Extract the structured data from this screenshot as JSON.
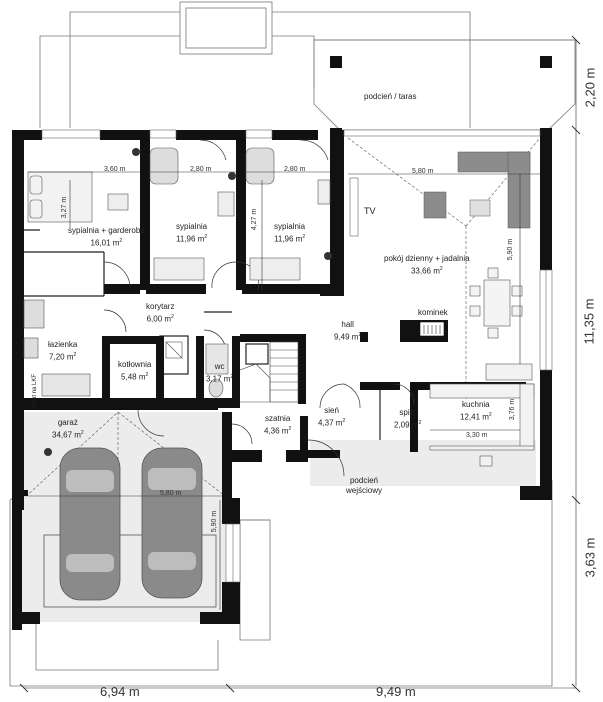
{
  "rooms": {
    "bedroom1": {
      "name": "sypialnia + garderoba",
      "area": "16,01 m",
      "dim_w": "3,60 m",
      "dim_h": "3,27 m"
    },
    "bedroom2": {
      "name": "sypialnia",
      "area": "11,96 m",
      "dim_w": "2,80 m",
      "dim_h": "4,27 m"
    },
    "bedroom3": {
      "name": "sypialnia",
      "area": "11,96 m",
      "dim_w": "2,80 m"
    },
    "corridor": {
      "name": "korytarz",
      "area": "6,00 m"
    },
    "bathroom": {
      "name": "łazienka",
      "area": "7,20 m"
    },
    "boiler": {
      "name": "kotłownia",
      "area": "5,48 m"
    },
    "wc": {
      "name": "wc",
      "area": "3,17 m"
    },
    "wardrobe": {
      "name": "szatnia",
      "area": "4,36 m"
    },
    "hall": {
      "name": "hall",
      "area": "9,49 m"
    },
    "vestibule": {
      "name": "sień",
      "area": "4,37 m"
    },
    "pantry": {
      "name": "spiż.",
      "area": "2,09 m"
    },
    "kitchen": {
      "name": "kuchnia",
      "area": "12,41 m",
      "dim_w": "3,30 m",
      "dim_h": "3,76 m"
    },
    "living": {
      "name": "pokój dzienny + jadalnia",
      "area": "33,66 m",
      "dim_w": "5,80 m",
      "dim_h": "5,90 m"
    },
    "garage": {
      "name": "garaż",
      "area": "34,67 m",
      "dim_w": "5,80 m",
      "dim_h": "5,90 m"
    }
  },
  "sup": "2",
  "labels": {
    "terrace": "podcień / taras",
    "tv": "TV",
    "fireplace": "kominek",
    "entrance_l1": "podcień",
    "entrance_l2": "wejściowy",
    "chute": "zrzut na",
    "chute2": "LKF"
  },
  "dimensions": {
    "bottom_left": "6,94 m",
    "bottom_right": "9,49 m",
    "right_top": "2,20 m",
    "right_mid": "11,35 m",
    "right_bottom": "3,63 m"
  },
  "colors": {
    "wall": "#111111",
    "furniture_grey": "#8c8c8c",
    "car_grey": "#888888",
    "bath_grey": "#cfcfcf",
    "hatch": "#e8e8e8"
  }
}
